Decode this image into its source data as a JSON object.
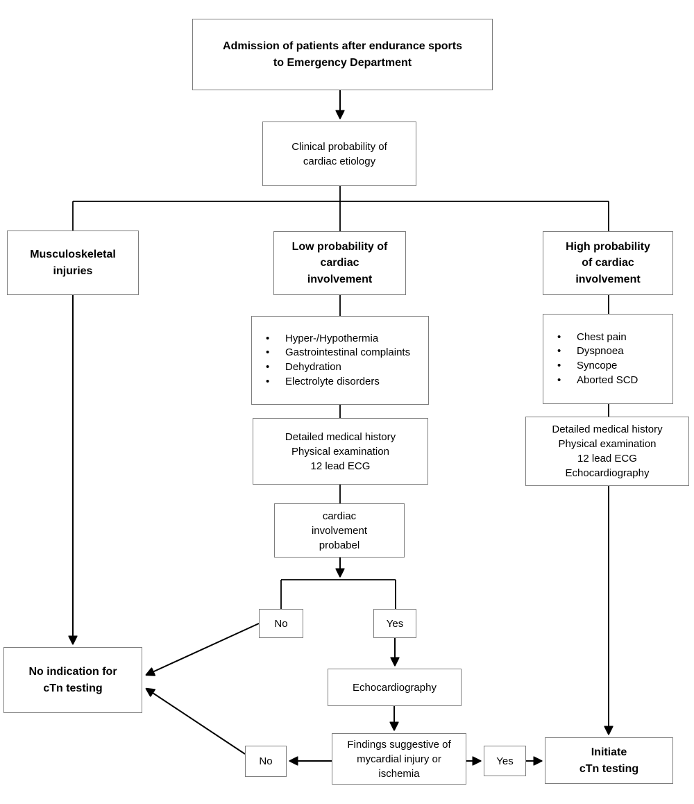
{
  "title": "cTn testing decision flowchart",
  "colors": {
    "background": "#ffffff",
    "box_border": "#7d7d7d",
    "line": "#000000",
    "text": "#000000"
  },
  "nodes": {
    "admission": "Admission of patients after endurance sports\nto Emergency Department",
    "clinical_probability": "Clinical probability of\ncardiac etiology",
    "musculoskeletal": "Musculoskeletal\ninjuries",
    "low_probability": "Low probability of\ncardiac\ninvolvement",
    "high_probability": "High probability\nof cardiac\ninvolvement",
    "low_symptoms": [
      "Hyper-/Hypothermia",
      "Gastrointestinal complaints",
      "Dehydration",
      "Electrolyte disorders"
    ],
    "high_symptoms": [
      "Chest pain",
      "Dyspnoea",
      "Syncope",
      "Aborted SCD"
    ],
    "low_workup": "Detailed medical history\nPhysical examination\n12 lead ECG",
    "high_workup": "Detailed medical history\nPhysical examination\n12 lead ECG\nEchocardiography",
    "cardiac_probable": "cardiac\ninvolvement\nprobabel",
    "decision_no_upper": "No",
    "decision_yes_upper": "Yes",
    "no_indication": "No indication for\ncTn testing",
    "echocardiography": "Echocardiography",
    "findings": "Findings suggestive of\nmycardial injury or\nischemia",
    "decision_no_lower": "No",
    "decision_yes_lower": "Yes",
    "initiate": "Initiate\ncTn testing"
  }
}
